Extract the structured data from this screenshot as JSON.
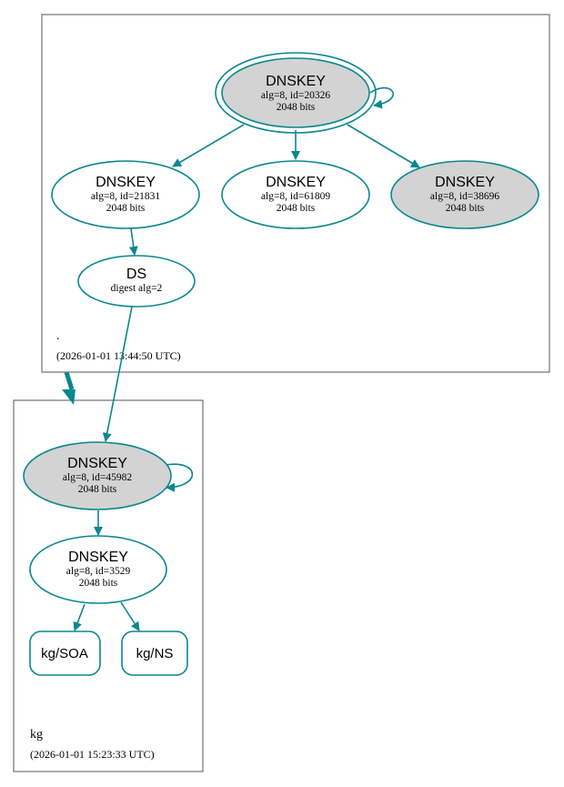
{
  "colors": {
    "edge": "#0a878f",
    "ksk_fill": "#d3d3d3",
    "zsk_fill": "#ffffff",
    "zone_border": "#555555"
  },
  "zones": {
    "root": {
      "name": ".",
      "timestamp": "(2026-01-01 13:44:50 UTC)"
    },
    "kg": {
      "name": "kg",
      "timestamp": "(2026-01-01 15:23:33 UTC)"
    }
  },
  "nodes": {
    "root_ksk": {
      "title": "DNSKEY",
      "line1": "alg=8, id=20326",
      "line2": "2048 bits"
    },
    "root_zsk1": {
      "title": "DNSKEY",
      "line1": "alg=8, id=21831",
      "line2": "2048 bits"
    },
    "root_zsk2": {
      "title": "DNSKEY",
      "line1": "alg=8, id=61809",
      "line2": "2048 bits"
    },
    "root_ksk2": {
      "title": "DNSKEY",
      "line1": "alg=8, id=38696",
      "line2": "2048 bits"
    },
    "root_ds": {
      "title": "DS",
      "line1": "digest alg=2"
    },
    "kg_ksk": {
      "title": "DNSKEY",
      "line1": "alg=8, id=45982",
      "line2": "2048 bits"
    },
    "kg_zsk": {
      "title": "DNSKEY",
      "line1": "alg=8, id=3529",
      "line2": "2048 bits"
    },
    "kg_soa": {
      "title": "kg/SOA"
    },
    "kg_ns": {
      "title": "kg/NS"
    }
  }
}
